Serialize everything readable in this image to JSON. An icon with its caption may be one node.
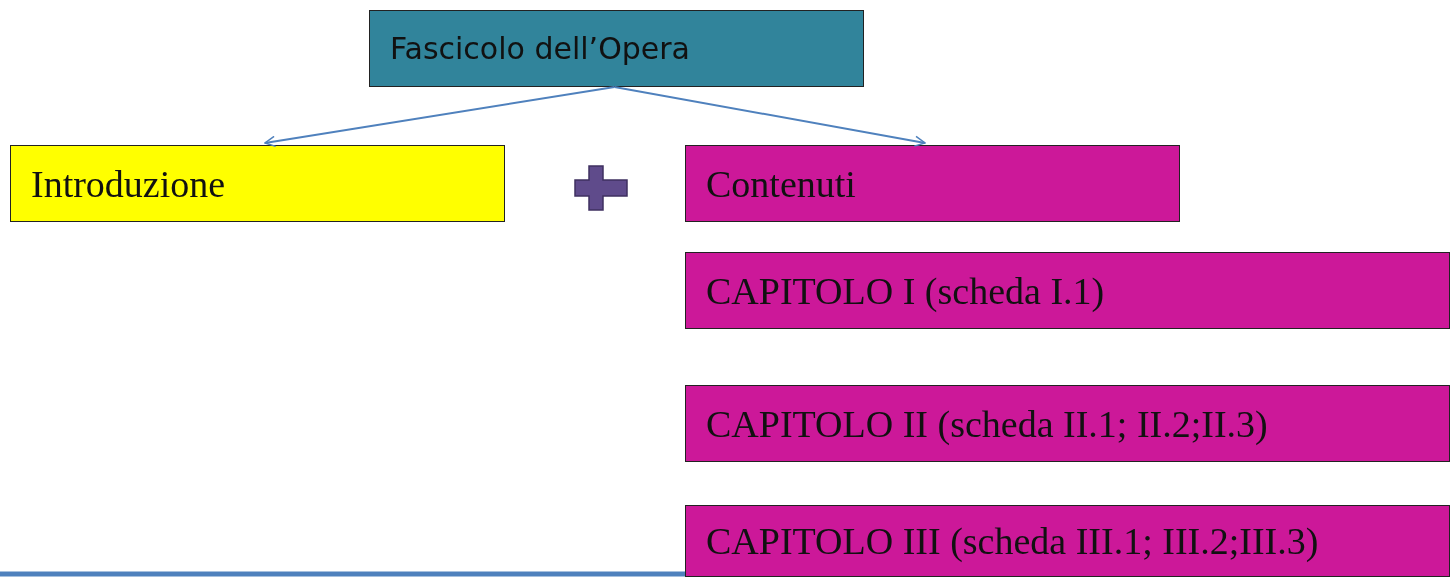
{
  "diagram": {
    "nodes": [
      {
        "text": [
          "Fascicolo dell’Opera"
        ]
      },
      {
        "text": [
          "Introduzione"
        ]
      },
      {
        "text": [
          "Contenuti"
        ]
      },
      {
        "text": [
          "CAPITOLO I (scheda I.1)"
        ]
      },
      {
        "text": [
          "CAPITOLO II (scheda II.1; II.2;II.3)"
        ]
      },
      {
        "text": [
          "CAPITOLO III (scheda III.1; III.2;III.3)"
        ]
      }
    ],
    "edges": [
      {
        "from": 0,
        "to": 1,
        "arrow": "to"
      },
      {
        "from": 0,
        "to": 2,
        "arrow": "to"
      }
    ]
  }
}
